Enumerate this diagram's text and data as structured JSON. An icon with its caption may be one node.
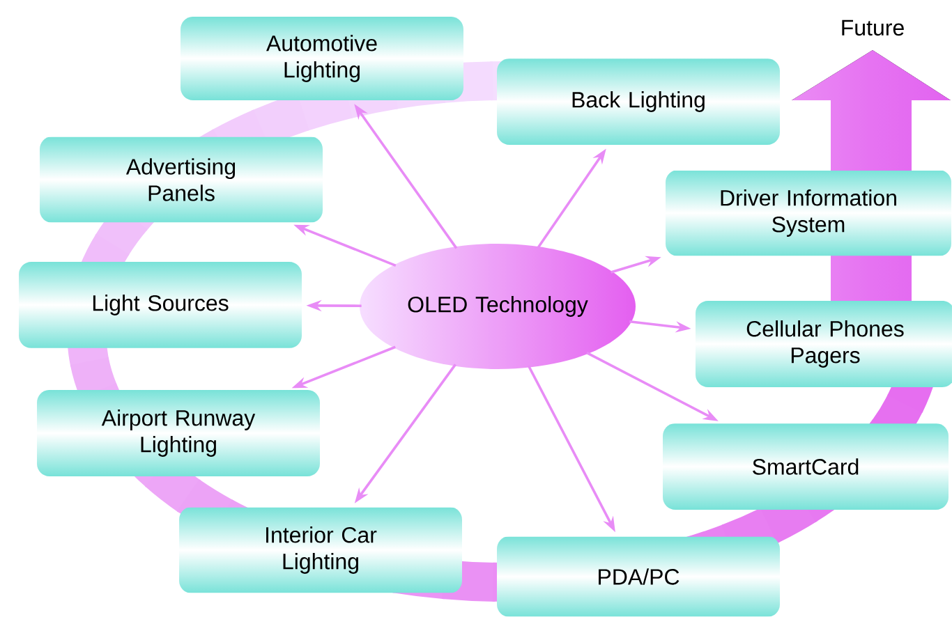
{
  "diagram": {
    "nodes": [
      {
        "text": [
          "OLED Technology"
        ]
      },
      {
        "text": [
          "Automotive Lighting"
        ]
      },
      {
        "text": [
          "Back Lighting"
        ]
      },
      {
        "text": [
          "Advertising Panels"
        ]
      },
      {
        "text": [
          "Driver Information System"
        ]
      },
      {
        "text": [
          "Light Sources"
        ]
      },
      {
        "text": [
          "Cellular Phones Pagers"
        ]
      },
      {
        "text": [
          "Airport Runway Lighting"
        ]
      },
      {
        "text": [
          "SmartCard"
        ]
      },
      {
        "text": [
          "Interior Car Lighting"
        ]
      },
      {
        "text": [
          "PDA/PC"
        ]
      }
    ],
    "edges": [
      {
        "from": 0,
        "to": 1,
        "arrow": "to"
      },
      {
        "from": 0,
        "to": 2,
        "arrow": "to"
      },
      {
        "from": 0,
        "to": 3,
        "arrow": "to"
      },
      {
        "from": 0,
        "to": 4,
        "arrow": "to"
      },
      {
        "from": 0,
        "to": 5,
        "arrow": "to"
      },
      {
        "from": 0,
        "to": 6,
        "arrow": "to"
      },
      {
        "from": 0,
        "to": 7,
        "arrow": "to"
      },
      {
        "from": 0,
        "to": 8,
        "arrow": "to"
      },
      {
        "from": 0,
        "to": 9,
        "arrow": "to"
      },
      {
        "from": 0,
        "to": 10,
        "arrow": "to"
      }
    ],
    "labels": [
      "Future"
    ]
  }
}
